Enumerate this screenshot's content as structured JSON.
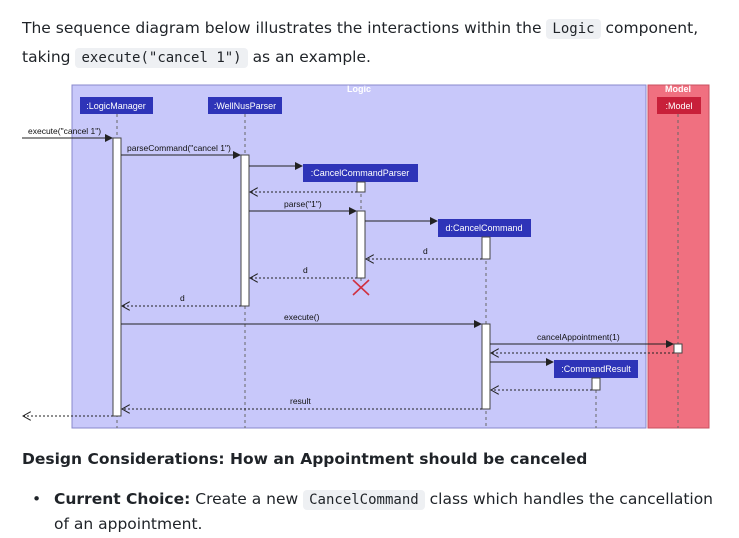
{
  "intro": {
    "before": "The sequence diagram below illustrates the interactions within the",
    "code1": "Logic",
    "middle": "component, taking",
    "code2": "execute(\"cancel 1\")",
    "after": "as an example."
  },
  "diagram": {
    "frames": [
      {
        "key": "logic",
        "title": "Logic"
      },
      {
        "key": "model",
        "title": "Model"
      }
    ],
    "participants": [
      {
        "key": "lm",
        "label": ":LogicManager"
      },
      {
        "key": "wp",
        "label": ":WellNusParser"
      },
      {
        "key": "ccp",
        "label": ":CancelCommandParser"
      },
      {
        "key": "cc",
        "label": "d:CancelCommand"
      },
      {
        "key": "cr",
        "label": ":CommandResult"
      },
      {
        "key": "model",
        "label": ":Model"
      }
    ],
    "messages": [
      {
        "key": "m1",
        "label": "execute(\"cancel 1\")"
      },
      {
        "key": "m2",
        "label": "parseCommand(\"cancel 1\")"
      },
      {
        "key": "m3",
        "label": ""
      },
      {
        "key": "m4",
        "label": ""
      },
      {
        "key": "m5",
        "label": "parse(\"1\")"
      },
      {
        "key": "m6",
        "label": ""
      },
      {
        "key": "m7",
        "label": "d"
      },
      {
        "key": "m8",
        "label": "d"
      },
      {
        "key": "m9",
        "label": "d"
      },
      {
        "key": "m10",
        "label": "execute()"
      },
      {
        "key": "m11",
        "label": "cancelAppointment(1)"
      },
      {
        "key": "m12",
        "label": ""
      },
      {
        "key": "m13",
        "label": ""
      },
      {
        "key": "m14",
        "label": ""
      },
      {
        "key": "m15",
        "label": "result"
      },
      {
        "key": "m16",
        "label": ""
      }
    ],
    "colors": {
      "logic_fill": "#c8c8fa",
      "logic_border": "#8888cc",
      "model_fill": "#f07080",
      "model_border": "#c85060",
      "participant_fill": "#2e34b8",
      "model_participant_fill": "#c8203a",
      "destroy": "#d03040"
    }
  },
  "heading": "Design Considerations: How an Appointment should be canceled",
  "bullets": [
    {
      "bullet": "•",
      "strong": "Current Choice:",
      "before": "Create a new",
      "code": "CancelCommand",
      "after": "class which handles the cancellation of an appointment."
    }
  ]
}
